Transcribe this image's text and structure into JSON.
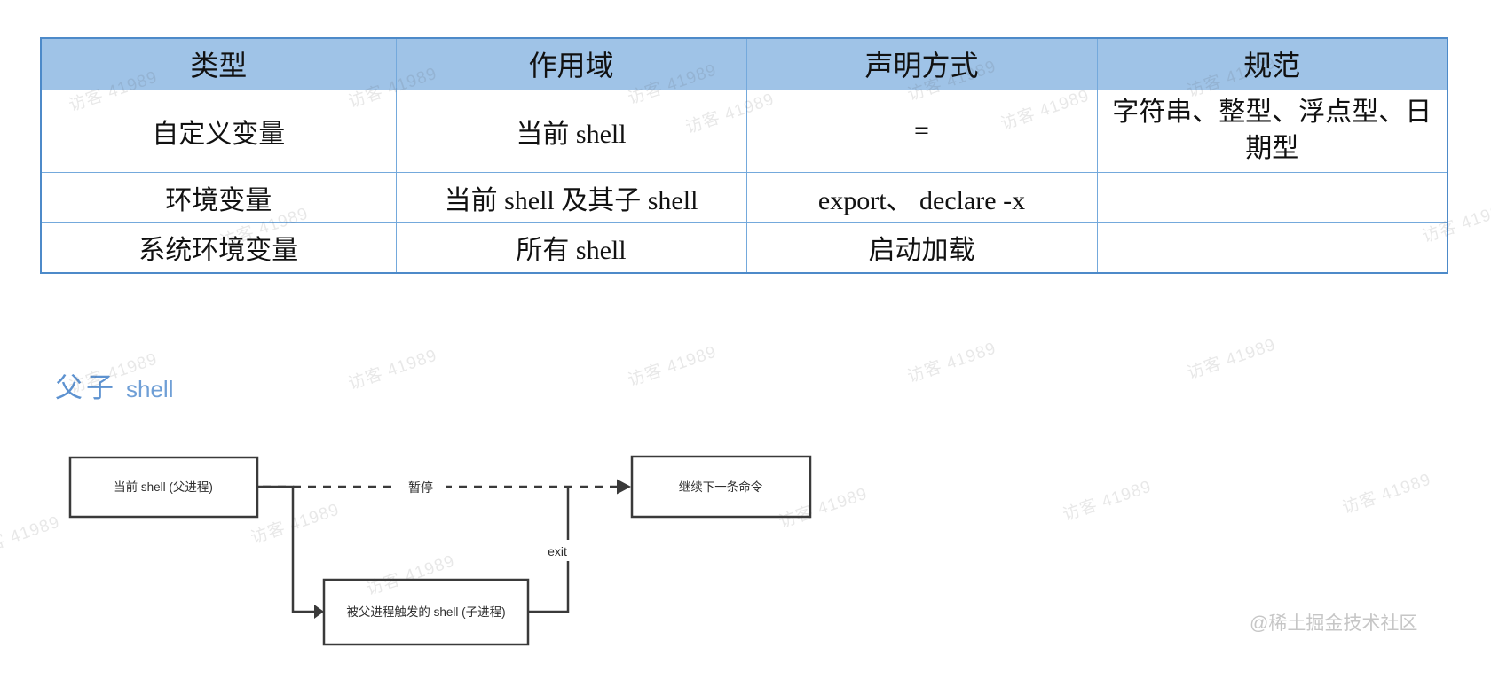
{
  "table": {
    "headers": [
      "类型",
      "作用域",
      "声明方式",
      "规范"
    ],
    "rows": [
      {
        "cells": [
          "自定义变量",
          "当前 shell",
          "=",
          "字符串、整型、浮点型、日期型"
        ]
      },
      {
        "cells": [
          "环境变量",
          "当前 shell 及其子 shell",
          "export、 declare -x",
          ""
        ]
      },
      {
        "cells": [
          "系统环境变量",
          "所有 shell",
          "启动加载",
          ""
        ]
      }
    ]
  },
  "section": {
    "title_zh": "父子",
    "title_en": "shell"
  },
  "diagram": {
    "box_parent": "当前 shell (父进程)",
    "box_next": "继续下一条命令",
    "box_child": "被父进程触发的 shell (子进程)",
    "label_pause": "暂停",
    "label_exit": "exit"
  },
  "watermark": {
    "text": "访客 41989"
  },
  "credit": {
    "text": "@稀土掘金技术社区"
  },
  "colors": {
    "table_header_fill": "#9fc3e7",
    "table_border_outer": "#4d8ac9",
    "table_border_inner": "#74a9dc",
    "heading_blue": "#5d92d0",
    "diagram_stroke": "#3a3a3a",
    "credit_gray": "#c6c6c6"
  }
}
